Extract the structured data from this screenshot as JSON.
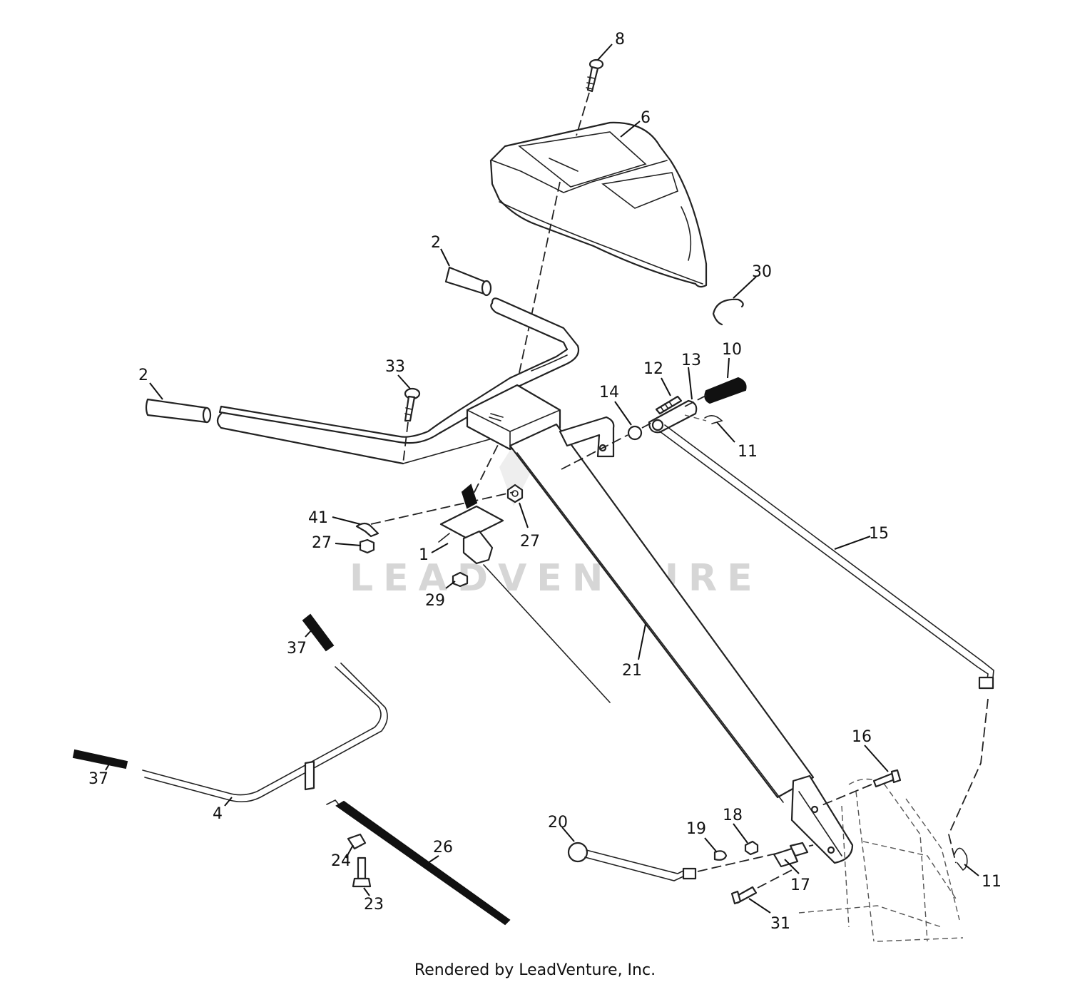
{
  "watermark": {
    "text": "LEADVENTURE"
  },
  "footer": {
    "text": "Rendered by LeadVenture, Inc."
  },
  "callouts": [
    {
      "id": "c8a",
      "label": "8"
    },
    {
      "id": "c6a",
      "label": "6"
    },
    {
      "id": "c2a",
      "label": "2"
    },
    {
      "id": "c30a",
      "label": "30"
    },
    {
      "id": "c2b",
      "label": "2"
    },
    {
      "id": "c33a",
      "label": "33"
    },
    {
      "id": "c10a",
      "label": "10"
    },
    {
      "id": "c12a",
      "label": "12"
    },
    {
      "id": "c13a",
      "label": "13"
    },
    {
      "id": "c14a",
      "label": "14"
    },
    {
      "id": "c11a",
      "label": "11"
    },
    {
      "id": "c41a",
      "label": "41"
    },
    {
      "id": "c27a",
      "label": "27"
    },
    {
      "id": "c27b",
      "label": "27"
    },
    {
      "id": "c1a",
      "label": "1"
    },
    {
      "id": "c29a",
      "label": "29"
    },
    {
      "id": "c15a",
      "label": "15"
    },
    {
      "id": "c37a",
      "label": "37"
    },
    {
      "id": "c21a",
      "label": "21"
    },
    {
      "id": "c37b",
      "label": "37"
    },
    {
      "id": "c16a",
      "label": "16"
    },
    {
      "id": "c4a",
      "label": "4"
    },
    {
      "id": "c20a",
      "label": "20"
    },
    {
      "id": "c19a",
      "label": "19"
    },
    {
      "id": "c18a",
      "label": "18"
    },
    {
      "id": "c26a",
      "label": "26"
    },
    {
      "id": "c24a",
      "label": "24"
    },
    {
      "id": "c17a",
      "label": "17"
    },
    {
      "id": "c11b",
      "label": "11"
    },
    {
      "id": "c23a",
      "label": "23"
    },
    {
      "id": "c31a",
      "label": "31"
    }
  ]
}
